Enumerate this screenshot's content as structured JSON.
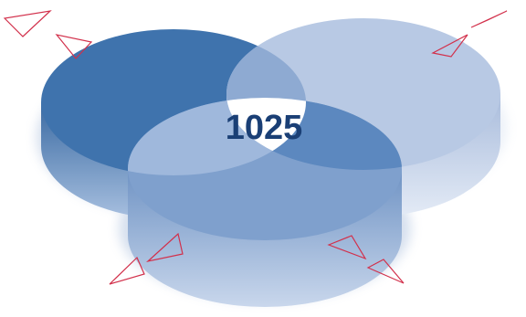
{
  "center": {
    "label": "1025"
  },
  "colors": {
    "disk_left": "#3f73ad",
    "disk_right": "#b8c9e4",
    "disk_bottom": "#7fa0cd",
    "overlap_top": "#8eaad2",
    "overlap_left_bottom": "#9fb8dc",
    "overlap_right_bottom": "#5c88bf",
    "center_region": "#ffffff",
    "label_color": "#1a3f75",
    "marker_stroke": "#d2304b"
  },
  "markers": [
    {
      "name": "marker-top-left-outer",
      "icon": "triangle-outline-icon"
    },
    {
      "name": "marker-top-left-inner",
      "icon": "triangle-outline-icon"
    },
    {
      "name": "marker-top-right-outer",
      "icon": "triangle-outline-icon"
    },
    {
      "name": "marker-top-right-inner",
      "icon": "triangle-outline-icon"
    },
    {
      "name": "marker-bottom-left-upper",
      "icon": "triangle-outline-icon"
    },
    {
      "name": "marker-bottom-left-lower",
      "icon": "triangle-outline-icon"
    },
    {
      "name": "marker-bottom-right-upper",
      "icon": "triangle-outline-icon"
    },
    {
      "name": "marker-bottom-right-lower",
      "icon": "triangle-outline-icon"
    }
  ]
}
